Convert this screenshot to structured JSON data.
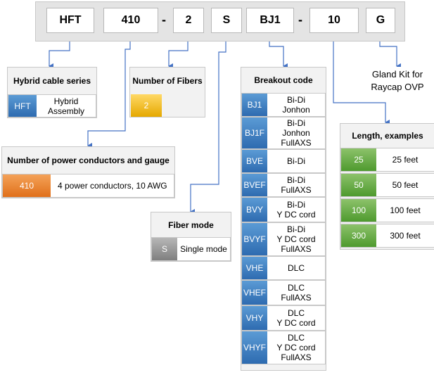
{
  "part_number": {
    "segments": [
      "HFT",
      "410",
      "2",
      "S",
      "BJ1",
      "10",
      "G"
    ],
    "separator": "-"
  },
  "hybrid_series": {
    "title": "Hybrid cable series",
    "code": "HFT",
    "desc": "Hybrid\nAssembly"
  },
  "fibers": {
    "title": "Number of Fibers",
    "code": "2"
  },
  "power": {
    "title": "Number of power conductors and gauge",
    "code": "410",
    "desc": "4 power conductors, 10 AWG"
  },
  "fiber_mode": {
    "title": "Fiber mode",
    "code": "S",
    "desc": "Single mode"
  },
  "breakout": {
    "title": "Breakout code",
    "rows": [
      {
        "code": "BJ1",
        "desc": "Bi-Di\nJonhon"
      },
      {
        "code": "BJ1F",
        "desc": "Bi-Di\nJonhon\nFullAXS"
      },
      {
        "code": "BVE",
        "desc": "Bi-Di"
      },
      {
        "code": "BVEF",
        "desc": "Bi-Di\nFullAXS"
      },
      {
        "code": "BVY",
        "desc": "Bi-Di\nY DC cord"
      },
      {
        "code": "BVYF",
        "desc": "Bi-Di\nY DC cord\nFullAXS"
      },
      {
        "code": "VHE",
        "desc": "DLC"
      },
      {
        "code": "VHEF",
        "desc": "DLC\nFullAXS"
      },
      {
        "code": "VHY",
        "desc": "DLC\nY DC cord"
      },
      {
        "code": "VHYF",
        "desc": "DLC\nY DC cord\nFullAXS"
      }
    ]
  },
  "length": {
    "title": "Length, examples",
    "rows": [
      {
        "code": "25",
        "desc": "25 feet"
      },
      {
        "code": "50",
        "desc": "50 feet"
      },
      {
        "code": "100",
        "desc": "100 feet"
      },
      {
        "code": "300",
        "desc": "300 feet"
      }
    ]
  },
  "gland": {
    "text": "Gland Kit for\nRaycap OVP"
  },
  "colors": {
    "blue": "#2e6bb0",
    "yellow": "#e5a800",
    "orange": "#e0701a",
    "gray": "#7f7f7f",
    "green": "#4e9a2e",
    "connector": "#4472c4"
  }
}
